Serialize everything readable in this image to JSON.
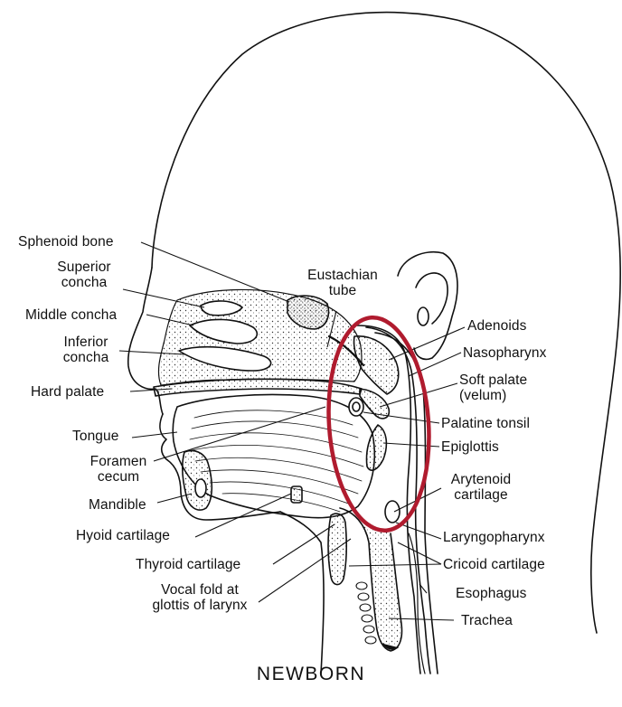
{
  "diagram": {
    "subject": "Newborn head and neck sagittal section",
    "caption": "NEWBORN",
    "highlight_color": "#b01b2e",
    "labels": {
      "sphenoid_bone": "Sphenoid bone",
      "superior_concha_1": "Superior",
      "superior_concha_2": "concha",
      "middle_concha": "Middle concha",
      "inferior_concha_1": "Inferior",
      "inferior_concha_2": "concha",
      "hard_palate": "Hard palate",
      "tongue": "Tongue",
      "foramen_cecum_1": "Foramen",
      "foramen_cecum_2": "cecum",
      "mandible": "Mandible",
      "hyoid_cartilage": "Hyoid cartilage",
      "thyroid_cartilage": "Thyroid cartilage",
      "vocal_fold_1": "Vocal fold at",
      "vocal_fold_2": "glottis of larynx",
      "eustachian_tube_1": "Eustachian",
      "eustachian_tube_2": "tube",
      "adenoids": "Adenoids",
      "nasopharynx": "Nasopharynx",
      "soft_palate_1": "Soft palate",
      "soft_palate_2": "(velum)",
      "palatine_tonsil": "Palatine tonsil",
      "epiglottis": "Epiglottis",
      "arytenoid_cartilage_1": "Arytenoid",
      "arytenoid_cartilage_2": "cartilage",
      "laryngopharynx": "Laryngopharynx",
      "cricoid_cartilage": "Cricoid cartilage",
      "esophagus": "Esophagus",
      "trachea": "Trachea"
    }
  }
}
